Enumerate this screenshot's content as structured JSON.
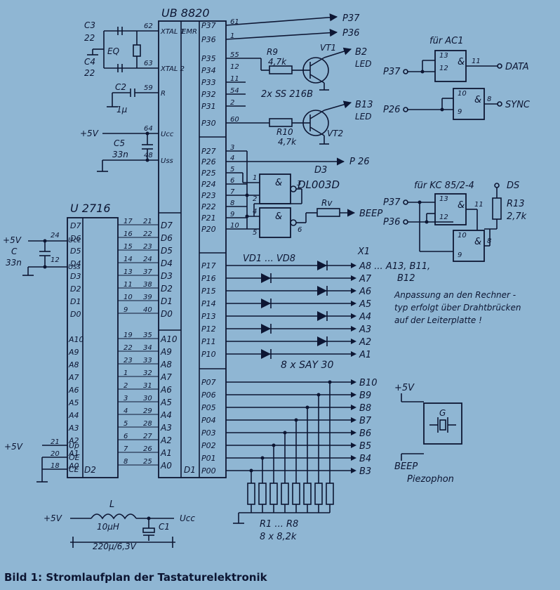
{
  "caption": "Bild 1:  Stromlaufplan der Tastaturelektronik",
  "ic_main": {
    "name": "UB 8820",
    "left_pins": [
      {
        "label": "XTAL 1",
        "num": "62"
      },
      {
        "label": "XTAL 2",
        "num": "63"
      },
      {
        "label": "R",
        "num": "59"
      },
      {
        "label": "Ucc",
        "num": "64"
      },
      {
        "label": "Uss",
        "num": "48"
      }
    ],
    "emr": "EMR",
    "p3_pins": [
      {
        "label": "P37",
        "num": "61"
      },
      {
        "label": "P36",
        "num": "1"
      },
      {
        "label": "P35",
        "num": "55"
      },
      {
        "label": "P34",
        "num": "12"
      },
      {
        "label": "P33",
        "num": "11"
      },
      {
        "label": "P32",
        "num": "54"
      },
      {
        "label": "P31",
        "num": "2"
      },
      {
        "label": "P30",
        "num": "60"
      }
    ],
    "p2_pins": [
      {
        "label": "P27",
        "num": "3"
      },
      {
        "label": "P26",
        "num": "4"
      },
      {
        "label": "P25",
        "num": "5"
      },
      {
        "label": "P24",
        "num": "6"
      },
      {
        "label": "P23",
        "num": "7"
      },
      {
        "label": "P22",
        "num": "8"
      },
      {
        "label": "P21",
        "num": "9"
      },
      {
        "label": "P20",
        "num": "10"
      }
    ],
    "p1_pins": [
      "P17",
      "P16",
      "P15",
      "P14",
      "P13",
      "P12",
      "P11",
      "P10"
    ],
    "p0_pins": [
      "P07",
      "P06",
      "P05",
      "P04",
      "P03",
      "P02",
      "P01",
      "P00"
    ],
    "d_pins": [
      "D7",
      "D6",
      "D5",
      "D4",
      "D3",
      "D2",
      "D1",
      "D0"
    ],
    "a_pins": [
      "A10",
      "A9",
      "A8",
      "A7",
      "A6",
      "A5",
      "A4",
      "A3",
      "A2",
      "A1",
      "A0"
    ],
    "block_d1": "D1"
  },
  "ic_eprom": {
    "name": "U 2716",
    "block_d2": "D2",
    "d_pins": [
      {
        "label": "D7",
        "n1": "17",
        "n2": "21"
      },
      {
        "label": "D6",
        "n1": "16",
        "n2": "22"
      },
      {
        "label": "D5",
        "n1": "15",
        "n2": "23"
      },
      {
        "label": "D4",
        "n1": "14",
        "n2": "24"
      },
      {
        "label": "D3",
        "n1": "13",
        "n2": "37"
      },
      {
        "label": "D2",
        "n1": "11",
        "n2": "38"
      },
      {
        "label": "D1",
        "n1": "10",
        "n2": "39"
      },
      {
        "label": "D0",
        "n1": "9",
        "n2": "40"
      }
    ],
    "a_pins": [
      {
        "label": "A10",
        "n1": "19",
        "n2": "35"
      },
      {
        "label": "A9",
        "n1": "22",
        "n2": "34"
      },
      {
        "label": "A8",
        "n1": "23",
        "n2": "33"
      },
      {
        "label": "A7",
        "n1": "1",
        "n2": "32"
      },
      {
        "label": "A6",
        "n1": "2",
        "n2": "31"
      },
      {
        "label": "A5",
        "n1": "3",
        "n2": "30"
      },
      {
        "label": "A4",
        "n1": "4",
        "n2": "29"
      },
      {
        "label": "A3",
        "n1": "5",
        "n2": "28"
      },
      {
        "label": "A2",
        "n1": "6",
        "n2": "27"
      },
      {
        "label": "A1",
        "n1": "7",
        "n2": "26"
      },
      {
        "label": "A0",
        "n1": "8",
        "n2": "25"
      }
    ],
    "ctrl_pins": [
      {
        "label": "Up",
        "num": "21"
      },
      {
        "label": "OE",
        "num": "20"
      },
      {
        "label": "CE",
        "num": "18"
      }
    ],
    "ucc": "Ucc",
    "uss": "Uss",
    "ucc_num": "24",
    "uss_num": "12"
  },
  "components": {
    "c3": "C3",
    "c3_val": "22",
    "c4": "C4",
    "c4_val": "22",
    "eq": "EQ",
    "c2": "C2",
    "c2_val": "1μ",
    "c5": "C5",
    "c5_val": "33n",
    "c": "C",
    "c_val": "33n",
    "plus5v": "+5V",
    "r9": "R9",
    "r9_val": "4,7k",
    "r10": "R10",
    "r10_val": "4,7k",
    "vt1": "VT1",
    "vt2": "VT2",
    "transistors": "2x SS 216B",
    "d3": "D3",
    "dl003d": "DL003D",
    "rv": "Rv",
    "vd": "VD1 ... VD8",
    "say": "8 x SAY 30",
    "r1r8": "R1 ... R8",
    "r1r8_val": "8 x 8,2k",
    "l": "L",
    "l_val": "10μH",
    "c1": "C1",
    "c1_val": "220μ/6,3V",
    "ucc_out": "Ucc",
    "piezo_g": "G",
    "piezo_label": "Piezophon",
    "beep": "BEEP",
    "gate_pins": {
      "g1a": "1",
      "g1b": "2",
      "g1o": "3",
      "g2a": "4",
      "g2b": "5",
      "g2o": "6"
    }
  },
  "outputs": {
    "p37": "P37",
    "p36": "P36",
    "p26": "P 26",
    "b2": "B2",
    "b13": "B13",
    "led": "LED",
    "beep": "BEEP",
    "x1": "X1",
    "a_outputs": [
      "A8 ... A13, B11,",
      "A7",
      "A6",
      "A5",
      "A4",
      "A3",
      "A2",
      "A1"
    ],
    "b12": "B12",
    "b_outputs": [
      "B10",
      "B9",
      "B8",
      "B7",
      "B6",
      "B5",
      "B4",
      "B3"
    ]
  },
  "ac1": {
    "title": "für AC1",
    "p37": "P37",
    "p26": "P26",
    "data": "DATA",
    "sync": "SYNC",
    "pins": {
      "a": "13",
      "b": "12",
      "c": "11",
      "d": "10",
      "e": "9",
      "f": "8"
    },
    "amp": "&"
  },
  "kc85": {
    "title": "für KC 85/2-4",
    "p37": "P37",
    "p36": "P36",
    "ds": "DS",
    "r13": "R13",
    "r13_val": "2,7k",
    "pins": {
      "a": "13",
      "b": "12",
      "c": "11",
      "d": "10",
      "e": "9",
      "f": "8"
    },
    "amp": "&"
  },
  "note": [
    "Anpassung an den Rechner -",
    "typ erfolgt über Drahtbrücken",
    "auf der Leiterplatte !"
  ]
}
